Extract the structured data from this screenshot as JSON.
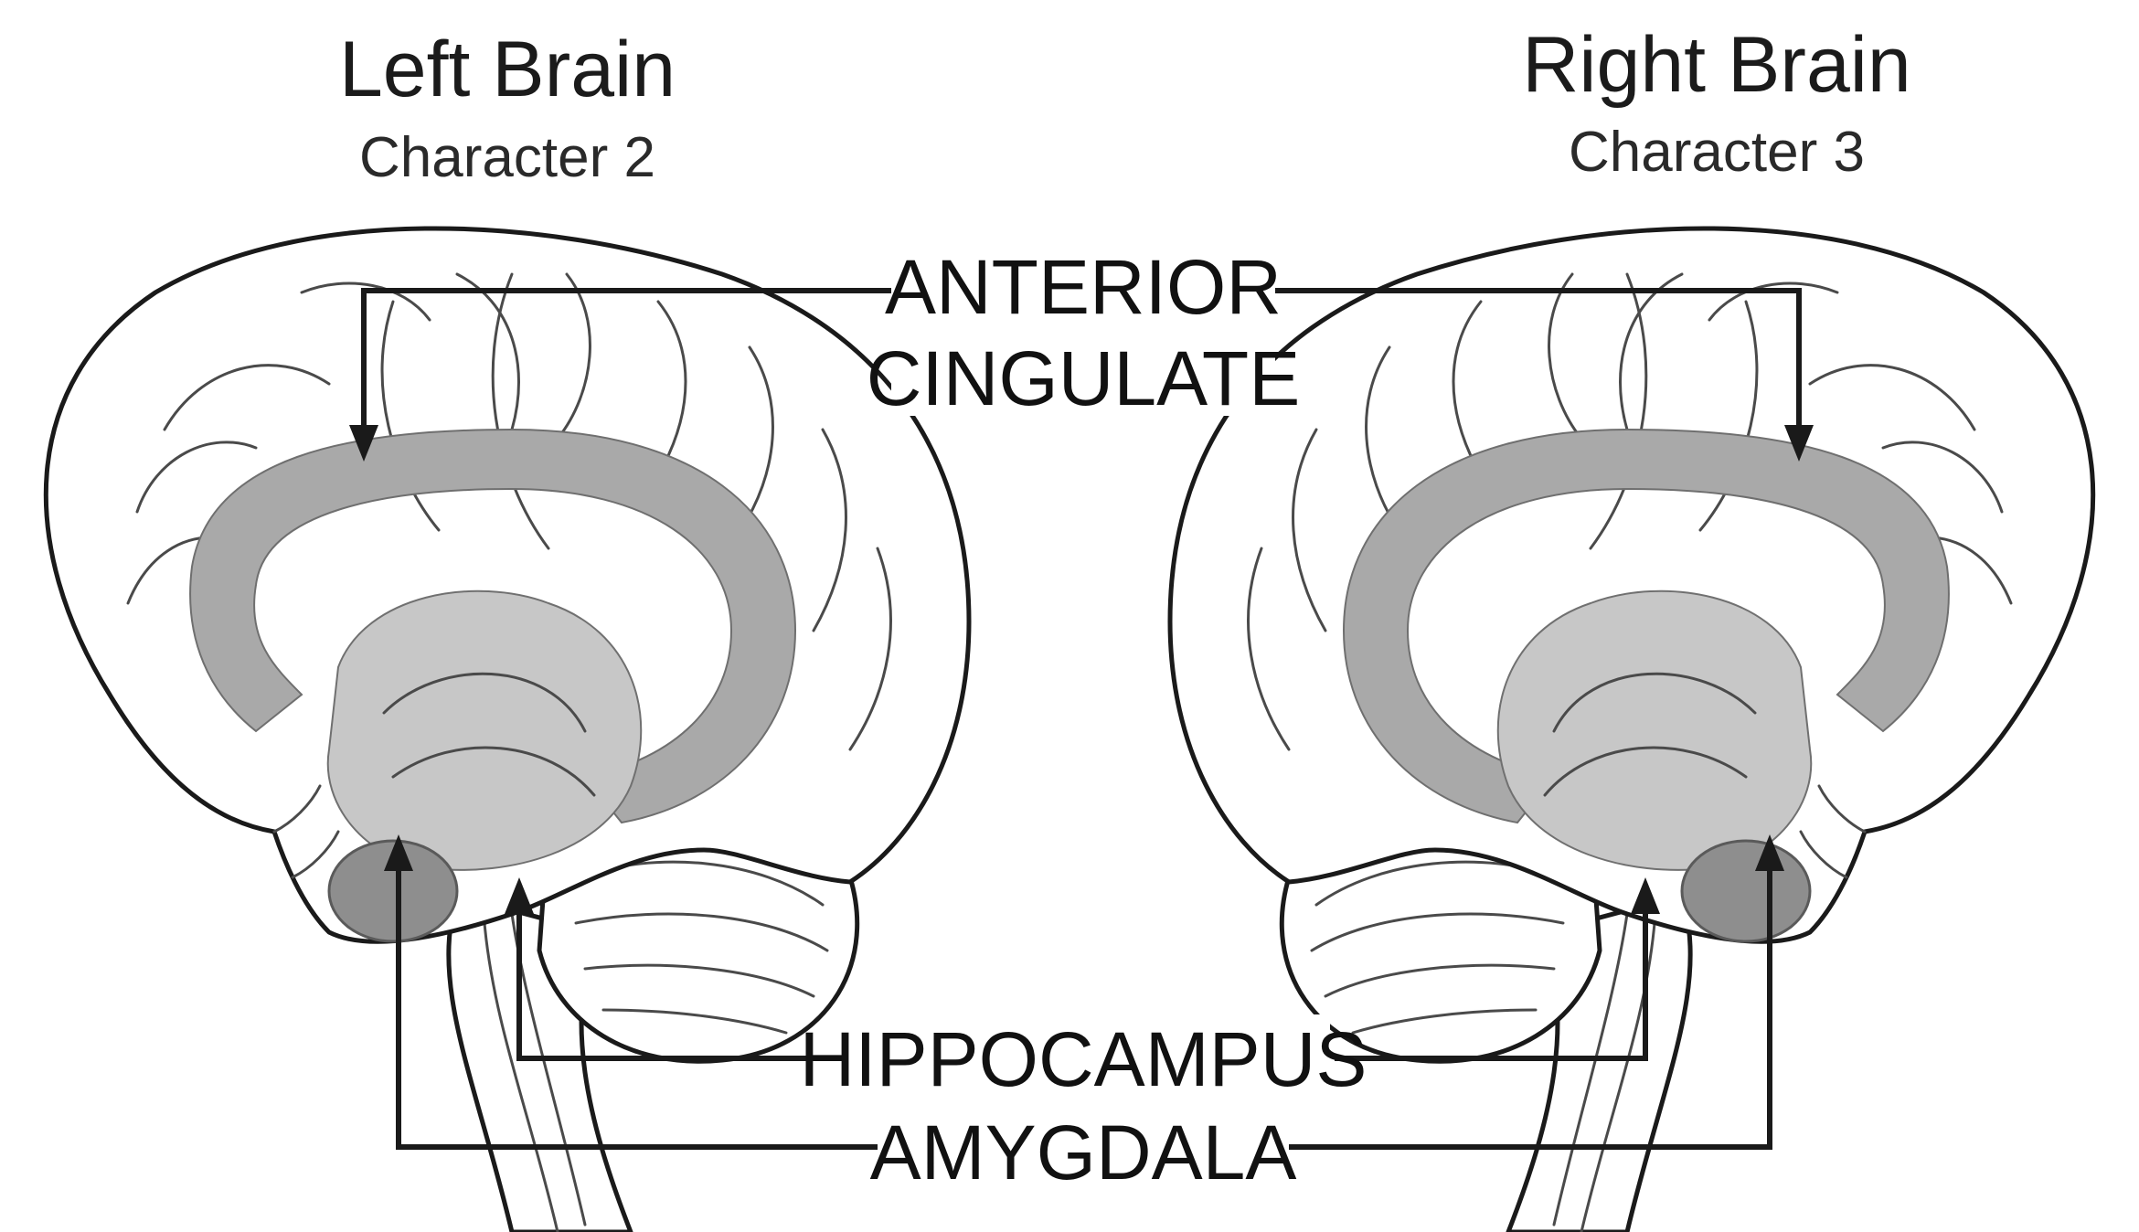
{
  "left_brain": {
    "title": "Left Brain",
    "subtitle": "Character 2"
  },
  "right_brain": {
    "title": "Right Brain",
    "subtitle": "Character 3"
  },
  "labels": {
    "anterior_cingulate_line1": "ANTERIOR",
    "anterior_cingulate_line2": "CINGULATE",
    "hippocampus": "HIPPOCAMPUS",
    "amygdala": "AMYGDALA"
  },
  "colors": {
    "outline": "#1a1a1a",
    "cingulate": "#a9a9a9",
    "hippocampus": "#c7c7c7",
    "amygdala": "#8e8e8e",
    "background": "#ffffff"
  }
}
